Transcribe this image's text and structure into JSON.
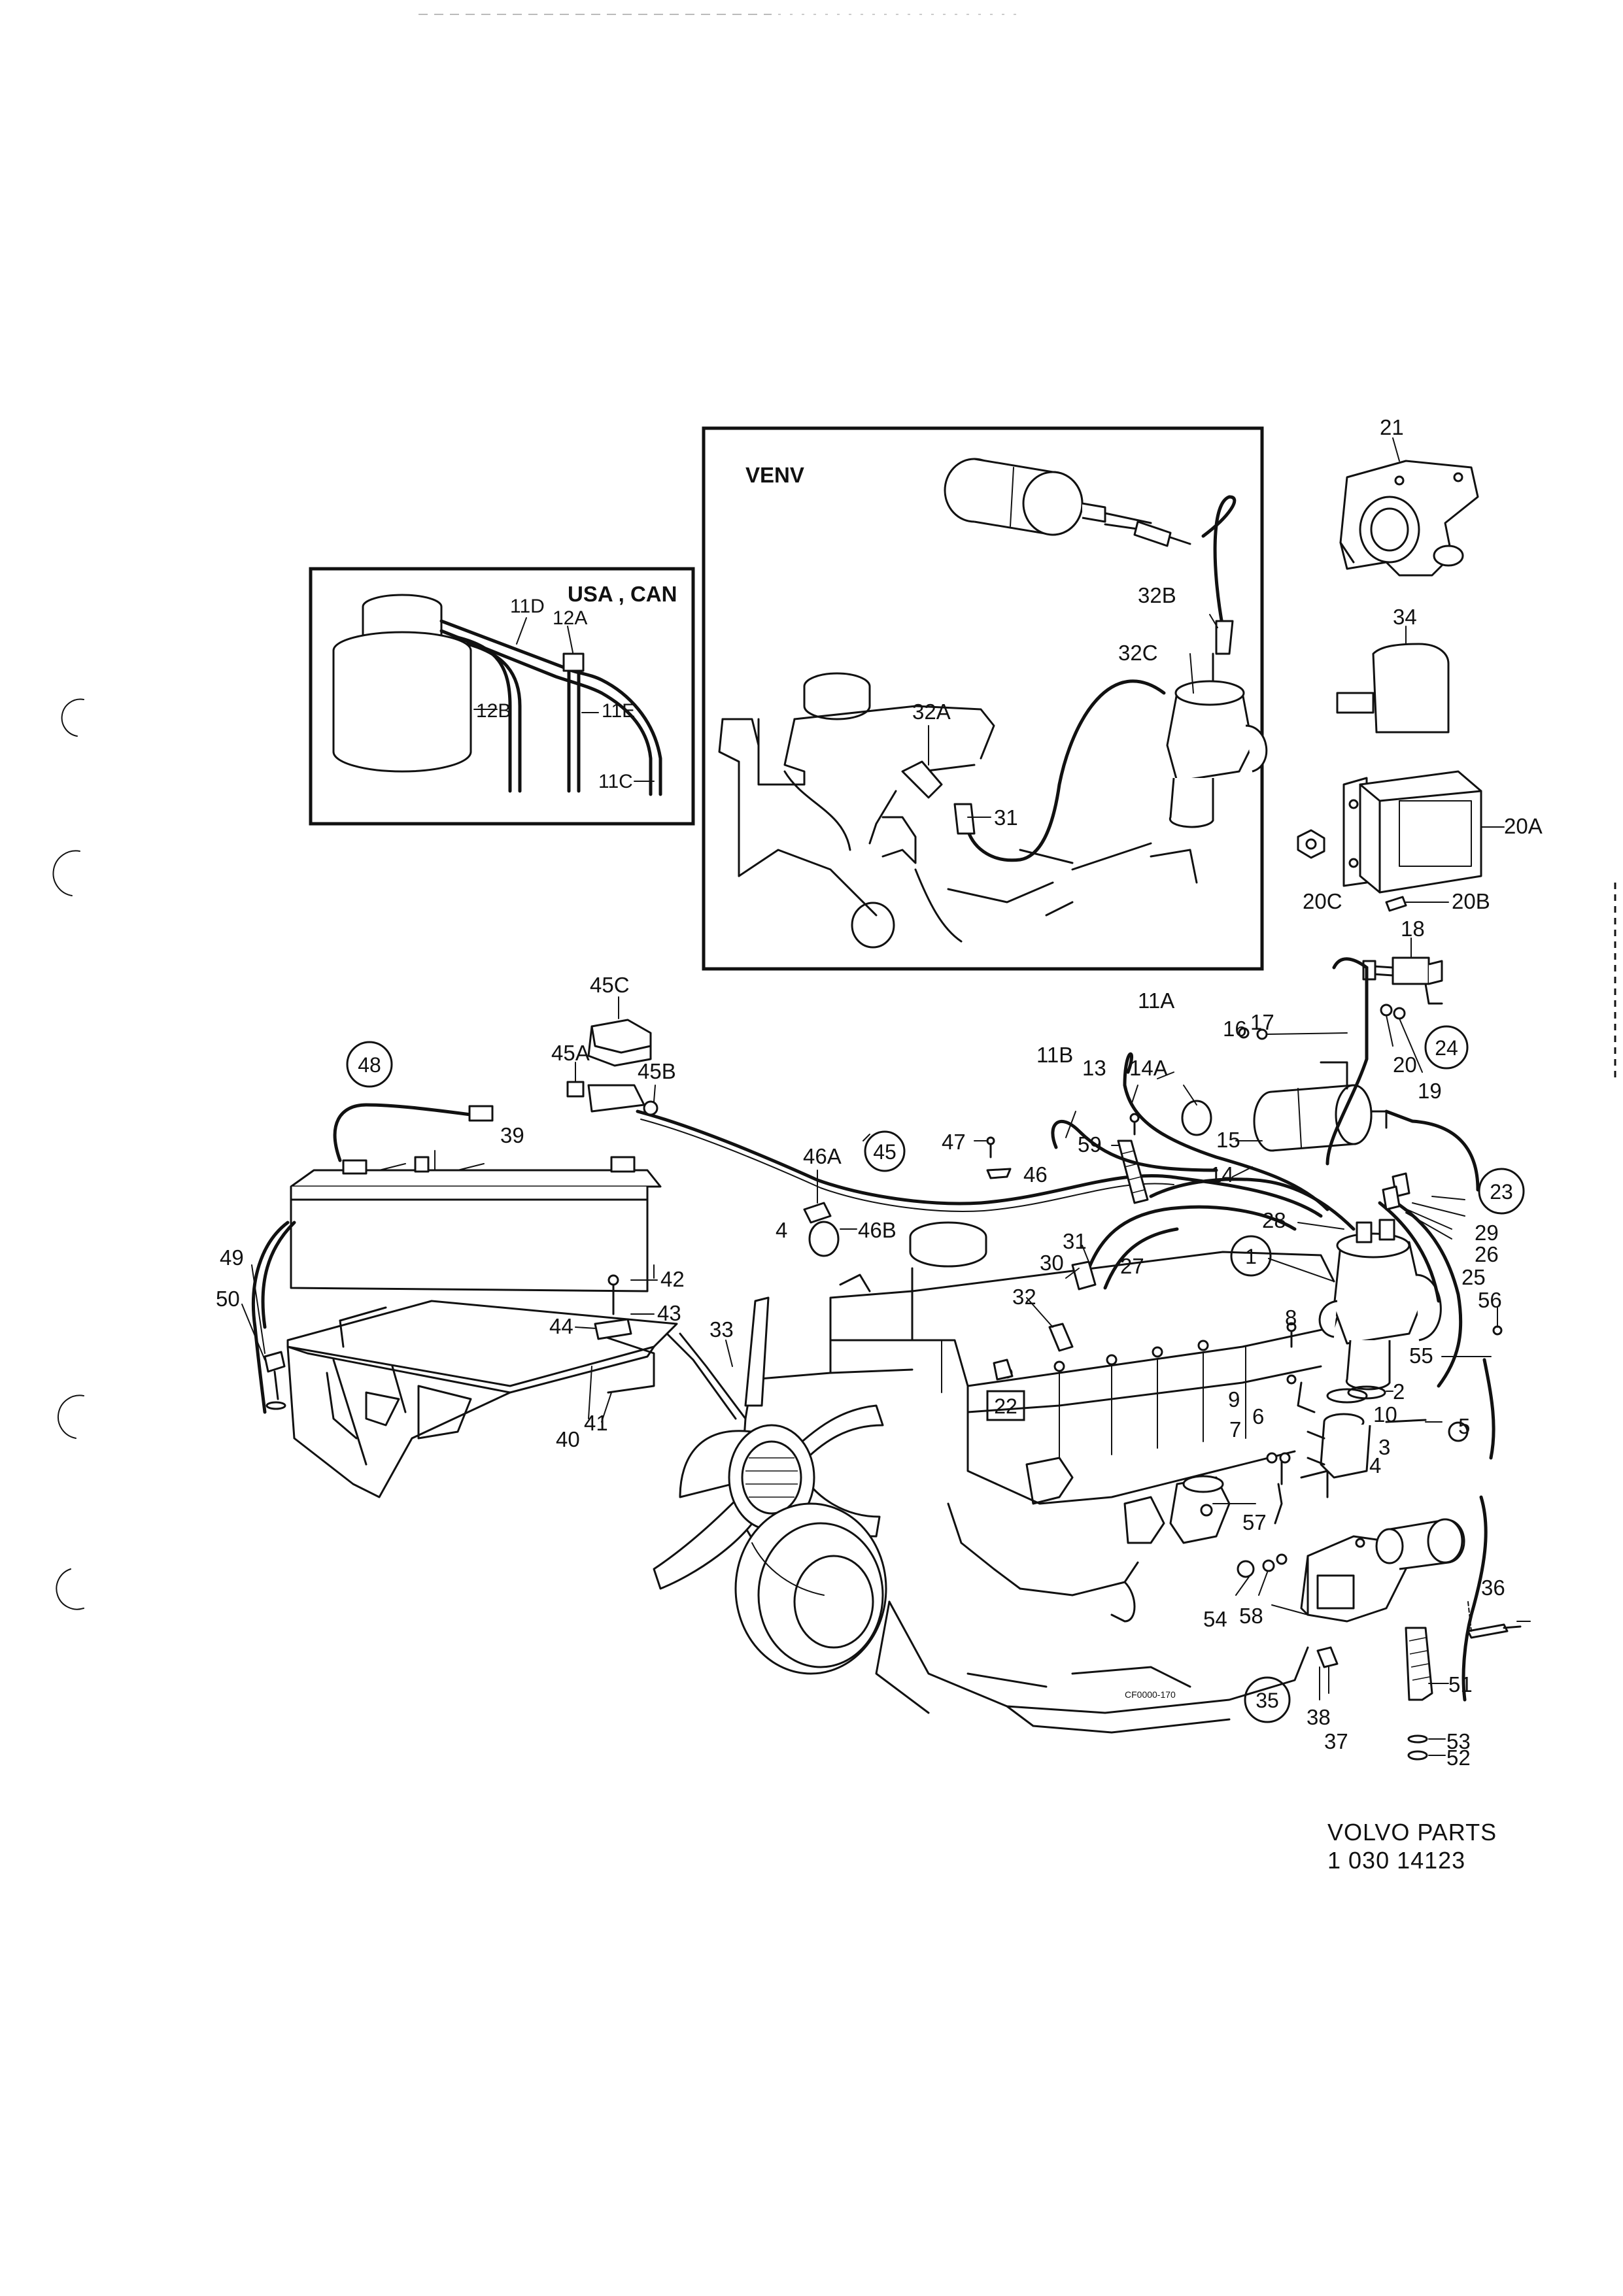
{
  "insets": {
    "venv_title": "VENV",
    "usa_title": "USA , CAN"
  },
  "footer": {
    "line1": "VOLVO PARTS",
    "line2": "1  030 14123"
  },
  "callouts": [
    {
      "id": "c-1",
      "text": "1"
    },
    {
      "id": "c-23",
      "text": "23"
    },
    {
      "id": "c-24",
      "text": "24"
    },
    {
      "id": "c-35",
      "text": "35"
    },
    {
      "id": "c-45",
      "text": "45"
    },
    {
      "id": "c-48",
      "text": "48"
    }
  ],
  "boxed_labels": [
    {
      "id": "b-22",
      "text": "22"
    }
  ],
  "part_labels": [
    {
      "id": "p-21",
      "text": "21"
    },
    {
      "id": "p-34",
      "text": "34"
    },
    {
      "id": "p-20A",
      "text": "20A"
    },
    {
      "id": "p-20C",
      "text": "20C"
    },
    {
      "id": "p-20B",
      "text": "20B"
    },
    {
      "id": "p-18",
      "text": "18"
    },
    {
      "id": "p-20",
      "text": "20"
    },
    {
      "id": "p-19",
      "text": "19"
    },
    {
      "id": "p-11D",
      "text": "11D"
    },
    {
      "id": "p-12A",
      "text": "12A"
    },
    {
      "id": "p-12B",
      "text": "12B"
    },
    {
      "id": "p-11E",
      "text": "11E"
    },
    {
      "id": "p-11C",
      "text": "11C"
    },
    {
      "id": "p-32B",
      "text": "32B"
    },
    {
      "id": "p-32C",
      "text": "32C"
    },
    {
      "id": "p-32A",
      "text": "32A"
    },
    {
      "id": "p-31-venv",
      "text": "31"
    },
    {
      "id": "p-45C",
      "text": "45C"
    },
    {
      "id": "p-45A",
      "text": "45A"
    },
    {
      "id": "p-45B",
      "text": "45B"
    },
    {
      "id": "p-39",
      "text": "39"
    },
    {
      "id": "p-46A",
      "text": "46A"
    },
    {
      "id": "p-11A",
      "text": "11A"
    },
    {
      "id": "p-11B",
      "text": "11B"
    },
    {
      "id": "p-13",
      "text": "13"
    },
    {
      "id": "p-14A",
      "text": "14A"
    },
    {
      "id": "p-16",
      "text": "16"
    },
    {
      "id": "p-17",
      "text": "17"
    },
    {
      "id": "p-15",
      "text": "15"
    },
    {
      "id": "p-47",
      "text": "47"
    },
    {
      "id": "p-59",
      "text": "59"
    },
    {
      "id": "p-46",
      "text": "46"
    },
    {
      "id": "p-14",
      "text": "14"
    },
    {
      "id": "p-4-left",
      "text": "4"
    },
    {
      "id": "p-46B",
      "text": "46B"
    },
    {
      "id": "p-28",
      "text": "28"
    },
    {
      "id": "p-29",
      "text": "29"
    },
    {
      "id": "p-26",
      "text": "26"
    },
    {
      "id": "p-25",
      "text": "25"
    },
    {
      "id": "p-56",
      "text": "56"
    },
    {
      "id": "p-55",
      "text": "55"
    },
    {
      "id": "p-49",
      "text": "49"
    },
    {
      "id": "p-50",
      "text": "50"
    },
    {
      "id": "p-42",
      "text": "42"
    },
    {
      "id": "p-43",
      "text": "43"
    },
    {
      "id": "p-44",
      "text": "44"
    },
    {
      "id": "p-41",
      "text": "41"
    },
    {
      "id": "p-40",
      "text": "40"
    },
    {
      "id": "p-33",
      "text": "33"
    },
    {
      "id": "p-30",
      "text": "30"
    },
    {
      "id": "p-31",
      "text": "31"
    },
    {
      "id": "p-27",
      "text": "27"
    },
    {
      "id": "p-32",
      "text": "32"
    },
    {
      "id": "p-8",
      "text": "8"
    },
    {
      "id": "p-2",
      "text": "2"
    },
    {
      "id": "p-9",
      "text": "9"
    },
    {
      "id": "p-10",
      "text": "10"
    },
    {
      "id": "p-5",
      "text": "5"
    },
    {
      "id": "p-6",
      "text": "6"
    },
    {
      "id": "p-7",
      "text": "7"
    },
    {
      "id": "p-3",
      "text": "3"
    },
    {
      "id": "p-4",
      "text": "4"
    },
    {
      "id": "p-57",
      "text": "57"
    },
    {
      "id": "p-54",
      "text": "54"
    },
    {
      "id": "p-58",
      "text": "58"
    },
    {
      "id": "p-36",
      "text": "36"
    },
    {
      "id": "p-51",
      "text": "51"
    },
    {
      "id": "p-38",
      "text": "38"
    },
    {
      "id": "p-37",
      "text": "37"
    },
    {
      "id": "p-53",
      "text": "53"
    },
    {
      "id": "p-52",
      "text": "52"
    }
  ]
}
